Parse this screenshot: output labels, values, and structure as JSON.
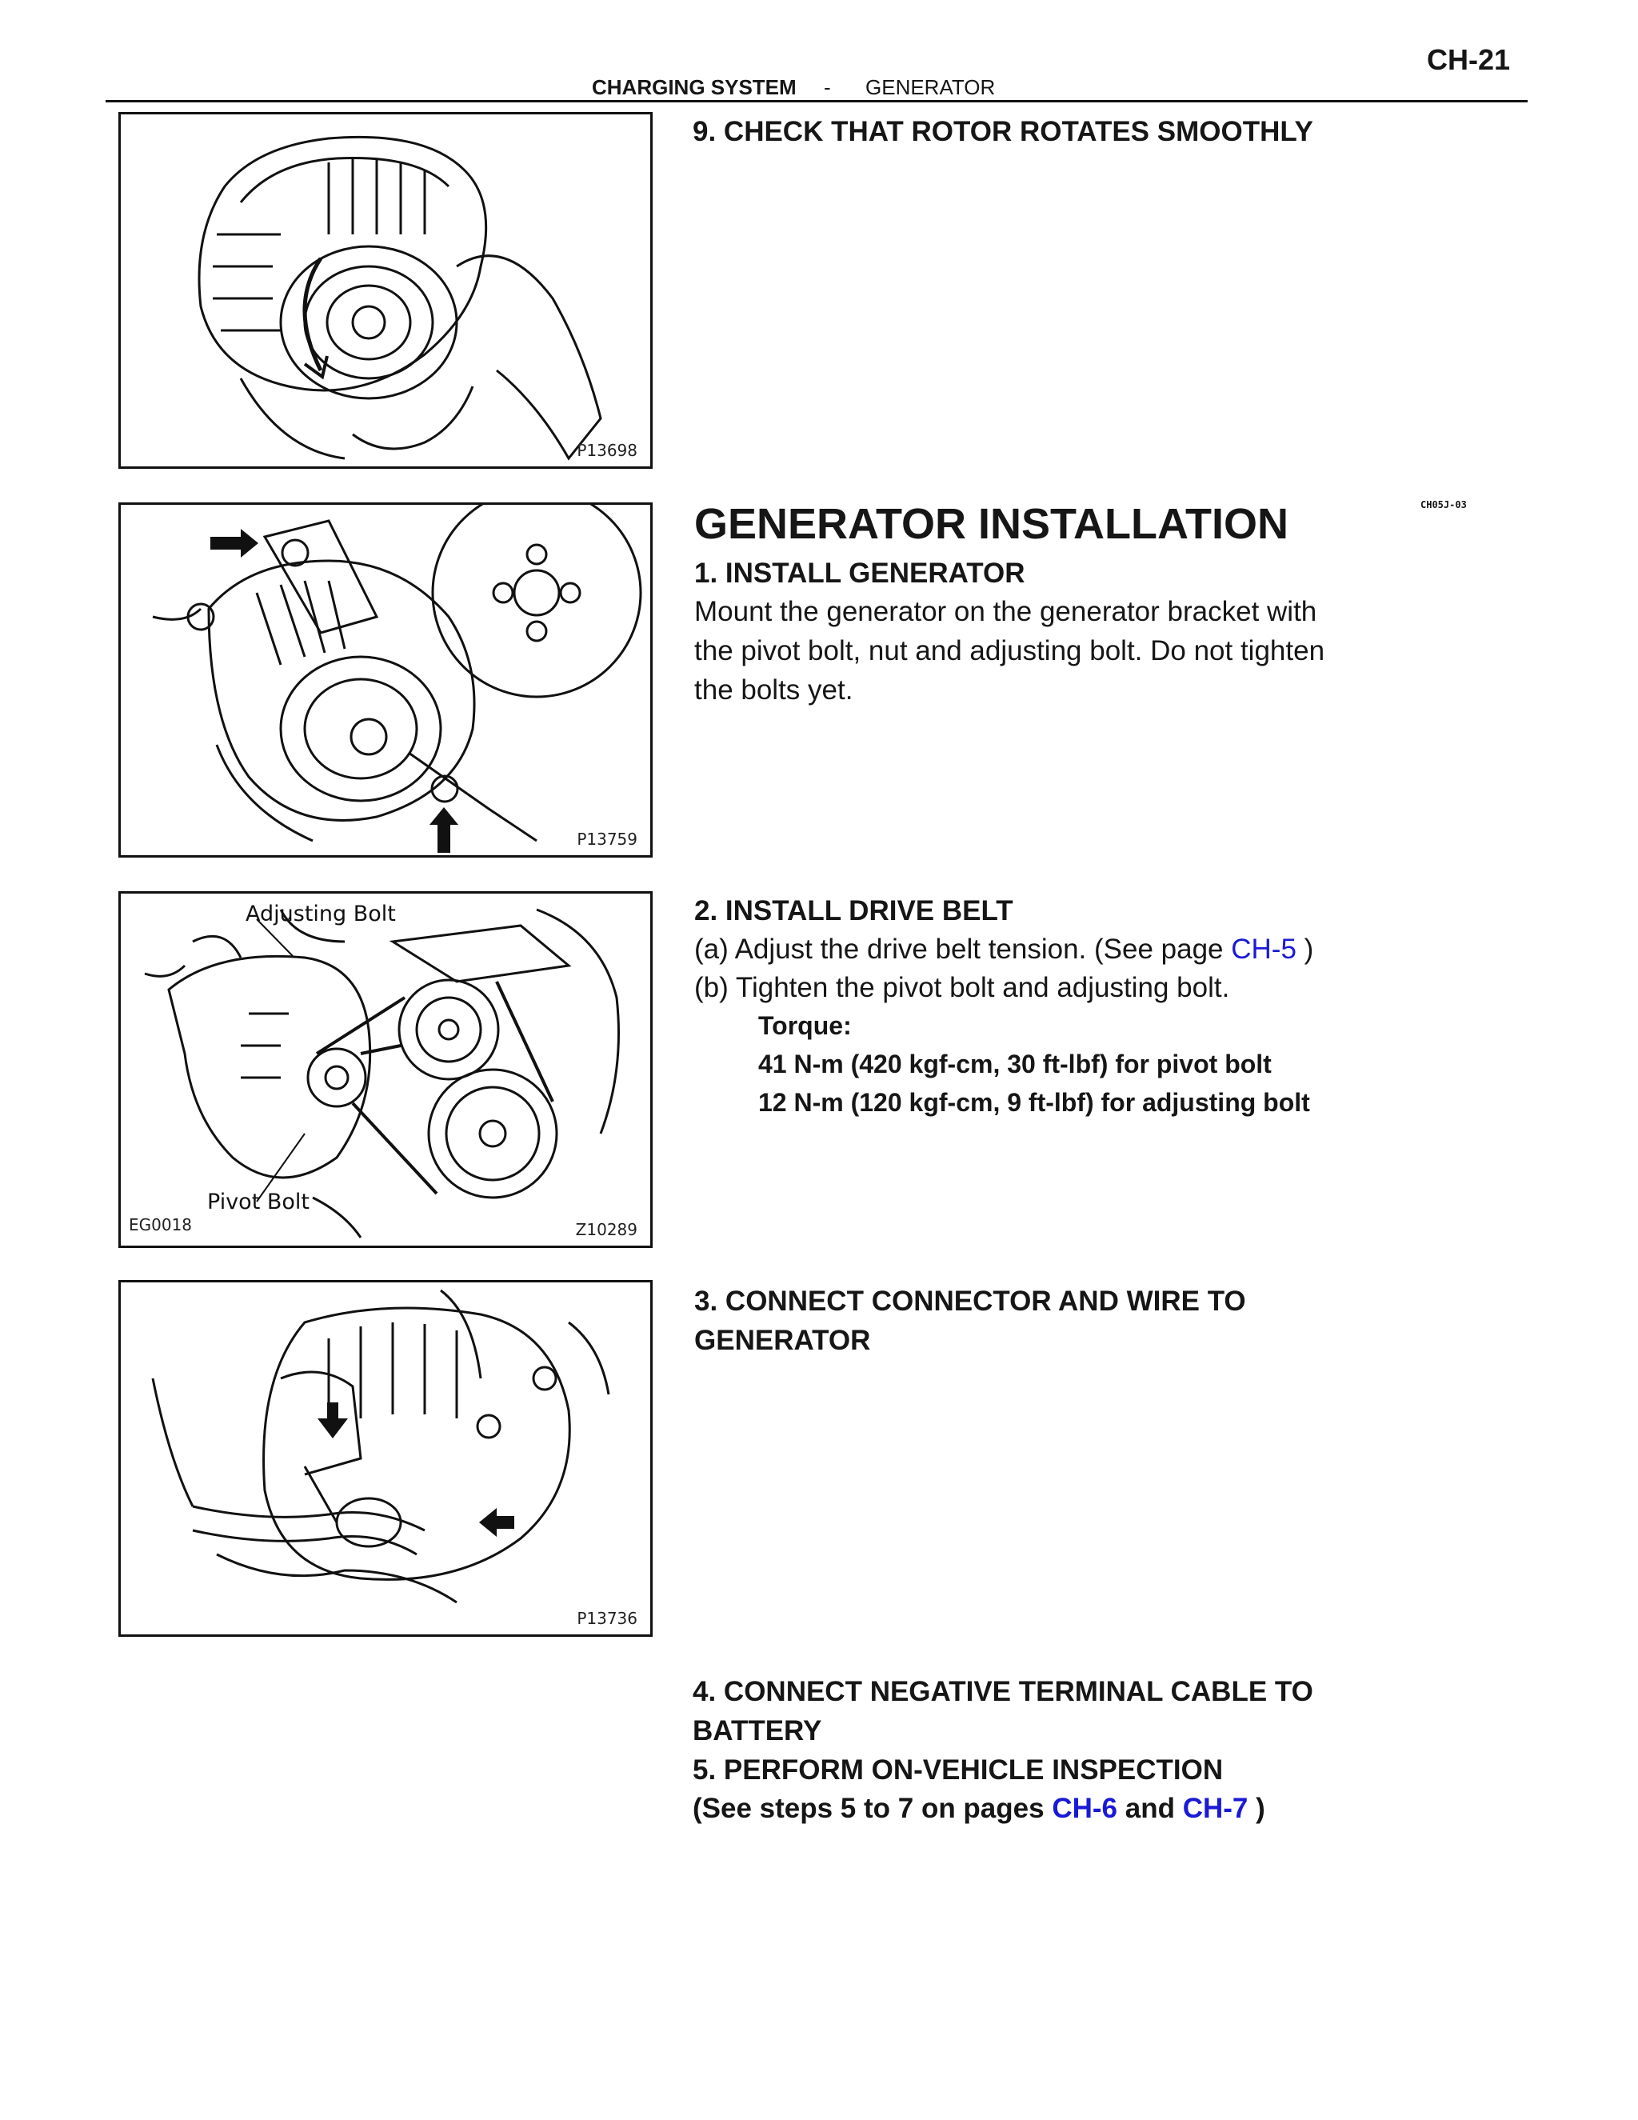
{
  "header": {
    "page_number": "CH-21",
    "section": "CHARGING SYSTEM",
    "separator": "-",
    "subsection": "GENERATOR"
  },
  "figures": [
    {
      "code": "P13698"
    },
    {
      "code": "P13759"
    },
    {
      "code": "Z10289",
      "left_code": "EG0018",
      "label_top": "Adjusting Bolt",
      "label_bottom": "Pivot Bolt"
    },
    {
      "code": "P13736"
    }
  ],
  "step9": {
    "heading": "9. CHECK THAT ROTOR ROTATES SMOOTHLY"
  },
  "installation": {
    "title": "GENERATOR INSTALLATION",
    "code": "CH05J-03",
    "step1": {
      "heading": "1. INSTALL GENERATOR",
      "lines": [
        "Mount the generator on the generator bracket with",
        "the pivot bolt, nut and adjusting bolt. Do not tighten",
        "the bolts yet."
      ]
    },
    "step2": {
      "heading": "2. INSTALL DRIVE BELT",
      "a_text": "(a) Adjust the drive belt tension. (See page",
      "a_link": "CH-5",
      "a_close": ")",
      "b_text": "(b) Tighten the pivot bolt and adjusting bolt.",
      "torque_label": "Torque:",
      "torque1": "41 N-m (420 kgf-cm, 30 ft-lbf) for pivot bolt",
      "torque2": "12 N-m (120 kgf-cm, 9 ft-lbf) for adjusting bolt"
    },
    "step3": {
      "line1": "3. CONNECT CONNECTOR AND WIRE TO",
      "line2": "GENERATOR"
    },
    "step4": {
      "line1": "4. CONNECT NEGATIVE TERMINAL CABLE TO",
      "line2": "BATTERY"
    },
    "step5": {
      "heading": "5. PERFORM ON-VEHICLE INSPECTION",
      "ref_prefix": "(See steps 5 to 7 on pages",
      "link1": "CH-6",
      "and": "and",
      "link2": "CH-7",
      "ref_close": ")"
    }
  }
}
